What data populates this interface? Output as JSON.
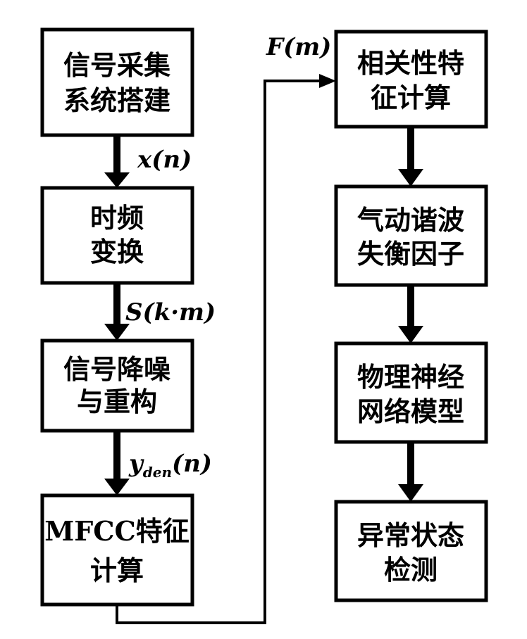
{
  "colors": {
    "stroke": "#000000",
    "fill": "#ffffff",
    "text": "#000000"
  },
  "nodes": {
    "signal_acquisition": {
      "line1": "信号采集",
      "line2": "系统搭建"
    },
    "time_frequency": {
      "line1": "时频",
      "line2": "变换"
    },
    "denoise_reconstruct": {
      "line1": "信号降噪",
      "line2": "与重构"
    },
    "mfcc_feature": {
      "line1": "MFCC特征",
      "line2": "计算"
    },
    "correlation_feature": {
      "line1": "相关性特",
      "line2": "征计算"
    },
    "aerodynamic_harmonic": {
      "line1": "气动谐波",
      "line2": "失衡因子"
    },
    "physical_nn": {
      "line1": "物理神经",
      "line2": "网络模型"
    },
    "anomaly_detection": {
      "line1": "异常状态",
      "line2": "检测"
    }
  },
  "edges": {
    "x_n": {
      "label": "x(n)"
    },
    "s_km": {
      "label": "S(k·m)"
    },
    "y_den_n": {
      "main": "y",
      "sub": "den",
      "tail": "(n)"
    },
    "f_m": {
      "label": "F(m)"
    }
  }
}
